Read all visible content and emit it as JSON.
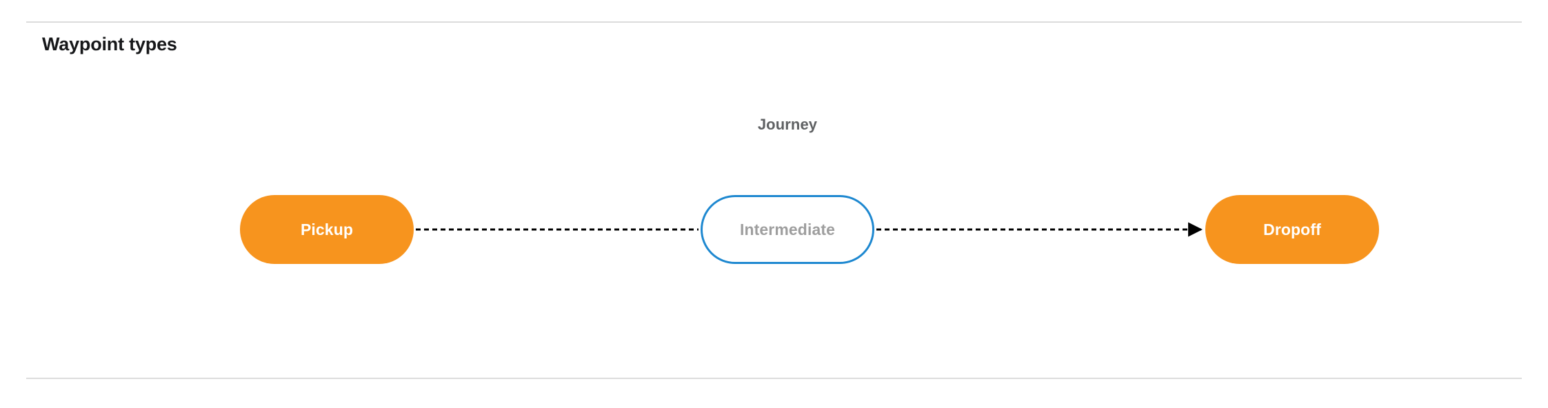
{
  "section": {
    "title": "Waypoint types"
  },
  "diagram": {
    "group_label": "Journey",
    "nodes": [
      {
        "id": "pickup",
        "label": "Pickup",
        "style": "filled",
        "fill": "#f7941e",
        "text_color": "#ffffff"
      },
      {
        "id": "intermediate",
        "label": "Intermediate",
        "style": "outlined",
        "fill": "#ffffff",
        "text_color": "#9e9e9e",
        "border_color": "#1e88d0"
      },
      {
        "id": "dropoff",
        "label": "Dropoff",
        "style": "filled",
        "fill": "#f7941e",
        "text_color": "#ffffff"
      }
    ],
    "connectors": [
      {
        "id": "pickup-to-intermediate",
        "from": "pickup",
        "to": "intermediate",
        "style": "dashed",
        "arrowhead": false,
        "color": "#000000"
      },
      {
        "id": "intermediate-to-dropoff",
        "from": "intermediate",
        "to": "dropoff",
        "style": "dashed",
        "arrowhead": true,
        "color": "#000000"
      }
    ]
  },
  "theme": {
    "background": "#ffffff",
    "divider": "#dcdcdc",
    "title_color": "#17181a",
    "label_color": "#5f6163",
    "accent_orange": "#f7941e",
    "accent_blue": "#1e88d0"
  }
}
